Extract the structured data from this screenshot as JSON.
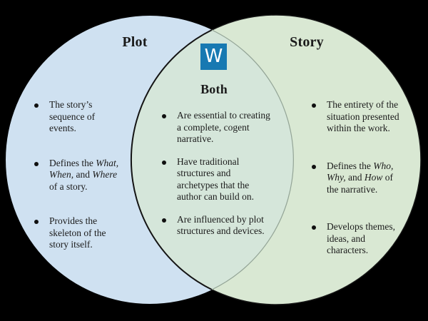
{
  "diagram": {
    "type": "venn",
    "left": {
      "title": "Plot",
      "bullets": [
        {
          "lines": [
            [
              {
                "t": "The story’s"
              }
            ],
            [
              {
                "t": "sequence of"
              }
            ],
            [
              {
                "t": "events."
              }
            ]
          ]
        },
        {
          "lines": [
            [
              {
                "t": "Defines the "
              },
              {
                "t": "What,",
                "i": true
              }
            ],
            [
              {
                "t": "When,",
                "i": true
              },
              {
                "t": " and "
              },
              {
                "t": "Where",
                "i": true
              }
            ],
            [
              {
                "t": "of a story."
              }
            ]
          ]
        },
        {
          "lines": [
            [
              {
                "t": "Provides the"
              }
            ],
            [
              {
                "t": "skeleton of the"
              }
            ],
            [
              {
                "t": "story itself."
              }
            ]
          ]
        }
      ]
    },
    "overlap": {
      "title": "Both",
      "logo_letter": "W",
      "bullets": [
        {
          "lines": [
            [
              {
                "t": "Are essential to creating"
              }
            ],
            [
              {
                "t": "a complete, cogent"
              }
            ],
            [
              {
                "t": "narrative."
              }
            ]
          ]
        },
        {
          "lines": [
            [
              {
                "t": "Have traditional"
              }
            ],
            [
              {
                "t": "structures and"
              }
            ],
            [
              {
                "t": "archetypes that the"
              }
            ],
            [
              {
                "t": "author can build on."
              }
            ]
          ]
        },
        {
          "lines": [
            [
              {
                "t": "Are influenced by plot"
              }
            ],
            [
              {
                "t": "structures and devices."
              }
            ]
          ]
        }
      ]
    },
    "right": {
      "title": "Story",
      "bullets": [
        {
          "lines": [
            [
              {
                "t": "The entirety of the"
              }
            ],
            [
              {
                "t": "situation presented"
              }
            ],
            [
              {
                "t": "within the work."
              }
            ]
          ]
        },
        {
          "lines": [
            [
              {
                "t": "Defines the "
              },
              {
                "t": "Who,",
                "i": true
              }
            ],
            [
              {
                "t": "Why,",
                "i": true
              },
              {
                "t": " and "
              },
              {
                "t": "How",
                "i": true
              },
              {
                "t": " of"
              }
            ],
            [
              {
                "t": "the narrative."
              }
            ]
          ]
        },
        {
          "lines": [
            [
              {
                "t": "Develops themes,"
              }
            ],
            [
              {
                "t": "ideas, and"
              }
            ],
            [
              {
                "t": "characters."
              }
            ]
          ]
        }
      ]
    },
    "colors": {
      "background": "#000000",
      "left_circle": "#cfe1f1",
      "right_circle": "#d9e8d3",
      "intersection": "#d5e6da",
      "logo_blue": "#1779b2",
      "text": "#1b1b1b",
      "outline_dark": "#141414",
      "outline_light": "#93a496"
    }
  }
}
